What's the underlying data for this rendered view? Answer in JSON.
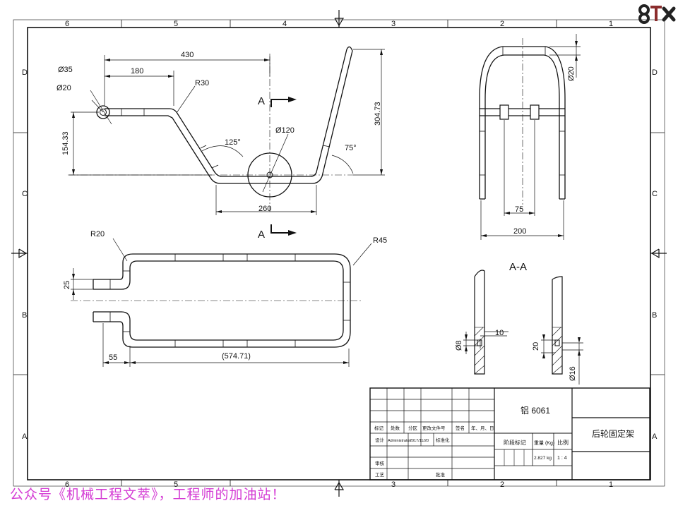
{
  "border": {
    "columns": [
      "6",
      "5",
      "4",
      "3",
      "2",
      "1"
    ],
    "rows": [
      "D",
      "C",
      "B",
      "A"
    ]
  },
  "front_view": {
    "dims": {
      "d35": "Ø35",
      "d20": "Ø20",
      "l180": "180",
      "l430": "430",
      "r30": "R30",
      "h154": "154.33",
      "a125": "125°",
      "d120": "Ø120",
      "h304": "304.73",
      "a75": "75°",
      "w260": "260"
    },
    "section_letter": "A"
  },
  "top_view": {
    "dims": {
      "r20": "R20",
      "r45": "R45",
      "h25": "25",
      "l55": "55",
      "l574": "(574.71)"
    }
  },
  "side_view": {
    "dims": {
      "d20": "Ø20",
      "w75": "75",
      "w200": "200"
    }
  },
  "section_view": {
    "title": "A-A",
    "dims": {
      "w10": "10",
      "d8": "Ø8",
      "h20": "20",
      "d16": "Ø16"
    }
  },
  "title_block": {
    "material": "铝 6061",
    "part_name": "后轮固定架",
    "header_cells": [
      "标记",
      "处数",
      "分区",
      "更改文件号",
      "签名",
      "年、月、日"
    ],
    "row_design": {
      "label": "设计",
      "name": "Administrator",
      "date": "2017/11/20",
      "std": "标准化"
    },
    "row_check": "审核",
    "row_process": "工艺",
    "row_approve": "批准",
    "stage_label": "阶段标记",
    "weight_label": "重量 (Kg)",
    "scale_label": "比例",
    "weight_value": "2.827 kg",
    "scale_value": "1 : 4"
  },
  "watermark": "公众号《机械工程文萃》，工程师的加油站！",
  "icons": [
    "brand-logo-icon",
    "top-center-arrow-icon",
    "bottom-center-arrow-icon",
    "left-center-arrow-icon",
    "right-center-arrow-icon"
  ]
}
